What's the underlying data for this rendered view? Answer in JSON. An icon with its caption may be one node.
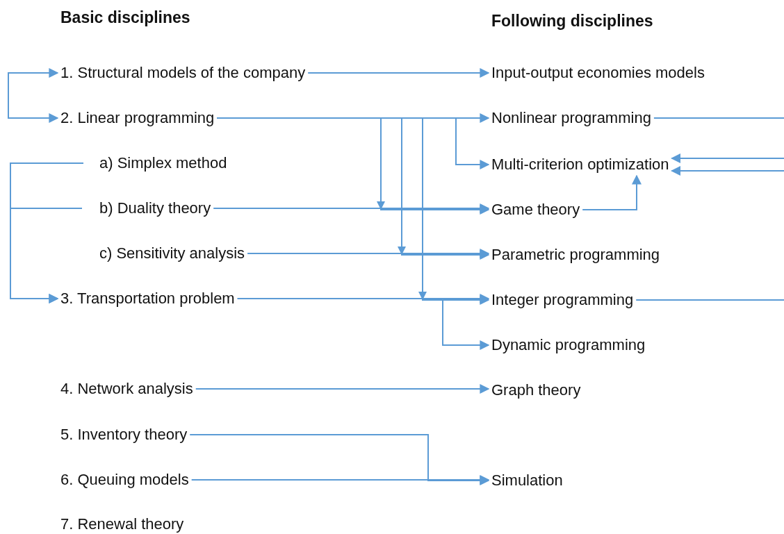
{
  "diagram": {
    "nodes": [
      {
        "text": [
          "1. Structural models of the company"
        ]
      },
      {
        "text": [
          "2. Linear programming"
        ]
      },
      {
        "text": [
          "a) Simplex method"
        ]
      },
      {
        "text": [
          "b) Duality theory"
        ]
      },
      {
        "text": [
          "c) Sensitivity analysis"
        ]
      },
      {
        "text": [
          "3. Transportation problem"
        ]
      },
      {
        "text": [
          "4. Network analysis"
        ]
      },
      {
        "text": [
          "5. Inventory theory"
        ]
      },
      {
        "text": [
          "6. Queuing models"
        ]
      },
      {
        "text": [
          "7. Renewal theory"
        ]
      },
      {
        "text": [
          "Input-output economies models"
        ]
      },
      {
        "text": [
          "Nonlinear programming"
        ]
      },
      {
        "text": [
          "Multi-criterion optimization"
        ]
      },
      {
        "text": [
          "Game theory"
        ]
      },
      {
        "text": [
          "Parametric programming"
        ]
      },
      {
        "text": [
          "Integer programming"
        ]
      },
      {
        "text": [
          "Dynamic programming"
        ]
      },
      {
        "text": [
          "Graph theory"
        ]
      },
      {
        "text": [
          "Simulation"
        ]
      }
    ],
    "edges": [
      {
        "from": 0,
        "to": 1,
        "arrow": "both"
      },
      {
        "from": 2,
        "to": 5,
        "arrow": "to"
      },
      {
        "from": 3,
        "to": 5,
        "arrow": "to"
      },
      {
        "from": 0,
        "to": 10,
        "arrow": "to"
      },
      {
        "from": 1,
        "to": 11,
        "arrow": "to"
      },
      {
        "from": 1,
        "to": 12,
        "arrow": "to"
      },
      {
        "from": 1,
        "to": 13,
        "arrow": "to"
      },
      {
        "from": 3,
        "to": 13,
        "arrow": "to"
      },
      {
        "from": 1,
        "to": 14,
        "arrow": "to"
      },
      {
        "from": 4,
        "to": 14,
        "arrow": "to"
      },
      {
        "from": 1,
        "to": 15,
        "arrow": "to"
      },
      {
        "from": 5,
        "to": 15,
        "arrow": "to"
      },
      {
        "from": 5,
        "to": 16,
        "arrow": "to"
      },
      {
        "from": 13,
        "to": 12,
        "arrow": "to"
      },
      {
        "from": 6,
        "to": 17,
        "arrow": "to"
      },
      {
        "from": 7,
        "to": 18,
        "arrow": "to"
      },
      {
        "from": 8,
        "to": 18,
        "arrow": "to"
      },
      {
        "from": 11,
        "to": null,
        "arrow": "none"
      },
      {
        "from": null,
        "to": 12,
        "arrow": "to"
      },
      {
        "from": null,
        "to": 12,
        "arrow": "to"
      },
      {
        "from": 15,
        "to": null,
        "arrow": "none"
      }
    ],
    "labels": [
      "Basic disciplines",
      "Following disciplines"
    ]
  }
}
